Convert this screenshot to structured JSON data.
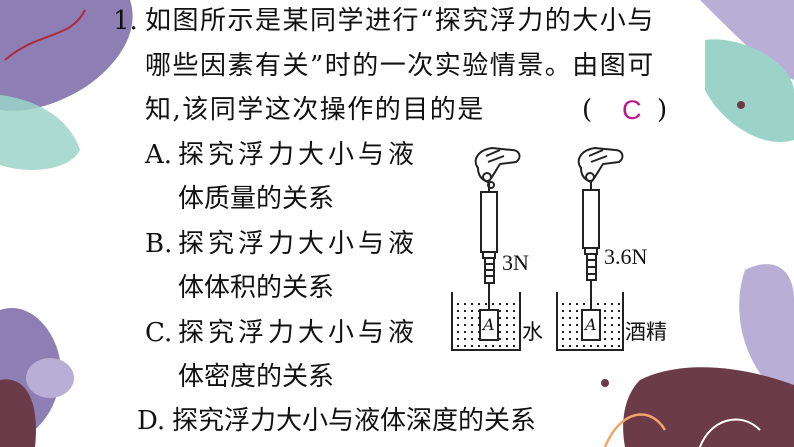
{
  "question": {
    "number": "1.",
    "line1": "如图所示是某同学进行“探究浮力的大小与",
    "line2": "哪些因素有关”时的一次实验情景。由图可",
    "line3": "知,该同学这次操作的目的是",
    "answer_open": "(",
    "answer": "C",
    "answer_close": ")"
  },
  "options": [
    {
      "label": "A.",
      "line1": "探究浮力大小与液",
      "line2": "体质量的关系"
    },
    {
      "label": "B.",
      "line1": "探究浮力大小与液",
      "line2": "体体积的关系"
    },
    {
      "label": "C.",
      "line1": "探究浮力大小与液",
      "line2": "体密度的关系"
    },
    {
      "label": "D.",
      "line1": "探究浮力大小与液体深度的关系"
    }
  ],
  "figure": {
    "left": {
      "reading": "3N",
      "liquid": "水",
      "block": "A"
    },
    "right": {
      "reading": "3.6N",
      "liquid": "酒精",
      "block": "A"
    }
  },
  "colors": {
    "answer": "#c0148c",
    "purple": "#8d7fb3",
    "lavender": "#b9aed6",
    "teal": "#9bd3c8",
    "maroon": "#6b3b4a",
    "orange": "#f2a46b"
  }
}
